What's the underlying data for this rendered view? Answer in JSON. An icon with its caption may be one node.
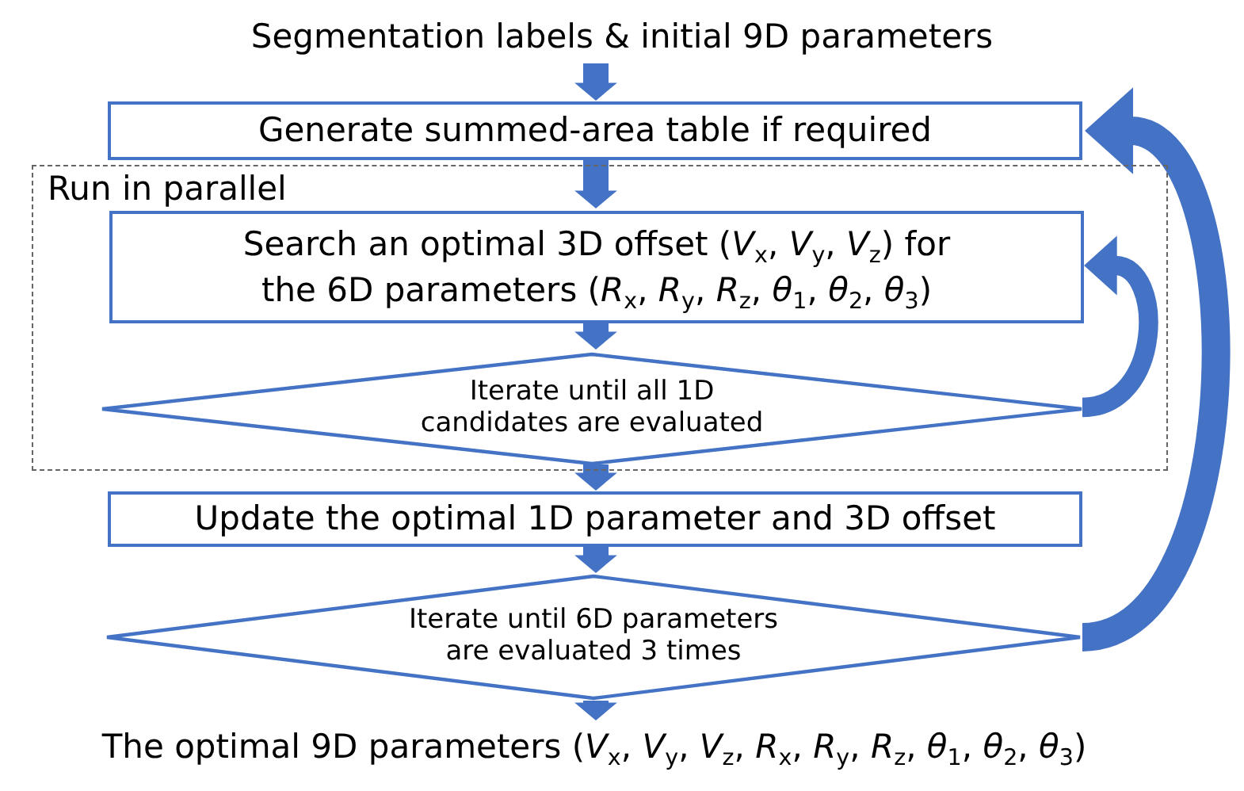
{
  "diagram": {
    "nodes": [
      {
        "text": [
          "Segmentation labels & initial 9D parameters"
        ]
      },
      {
        "text": [
          "Generate summed-area table if required"
        ]
      },
      {
        "text": [
          "Run in parallel"
        ]
      },
      {
        "text": [
          "Search an optimal 3D offset (*V*$_{x}$, *V*$_{y}$, *V*$_{z}$) for the 6D parameters (*R*$_{x}$, *R*$_{y}$, *R*$_{z}$, *θ*$_{1}$, *θ*$_{2}$, *θ*$_{3}$)"
        ],
        "in": 2
      },
      {
        "text": [
          "Iterate until all 1D candidates are evaluated"
        ],
        "in": 2
      },
      {
        "text": [
          "Update the optimal 1D parameter and 3D offset"
        ]
      },
      {
        "text": [
          "Iterate until 6D parameters are evaluated 3 times"
        ]
      },
      {
        "text": [
          "The optimal 9D parameters (*V*$_{x}$, *V*$_{y}$, *V*$_{z}$, *R*$_{x}$, *R*$_{y}$, *R*$_{z}$, *θ*$_{1}$, *θ*$_{2}$, *θ*$_{3}$)"
        ]
      }
    ],
    "edges": [
      {
        "from": 0,
        "to": 1,
        "arrow": "to"
      },
      {
        "from": 1,
        "to": 3,
        "arrow": "to"
      },
      {
        "from": 3,
        "to": 4,
        "arrow": "to"
      },
      {
        "from": 4,
        "to": 5,
        "arrow": "to"
      },
      {
        "from": 5,
        "to": 6,
        "arrow": "to"
      },
      {
        "from": 6,
        "to": 7,
        "arrow": "to"
      },
      {
        "from": 4,
        "to": 3,
        "arrow": "to"
      },
      {
        "from": 6,
        "to": 1,
        "arrow": "to"
      }
    ]
  }
}
